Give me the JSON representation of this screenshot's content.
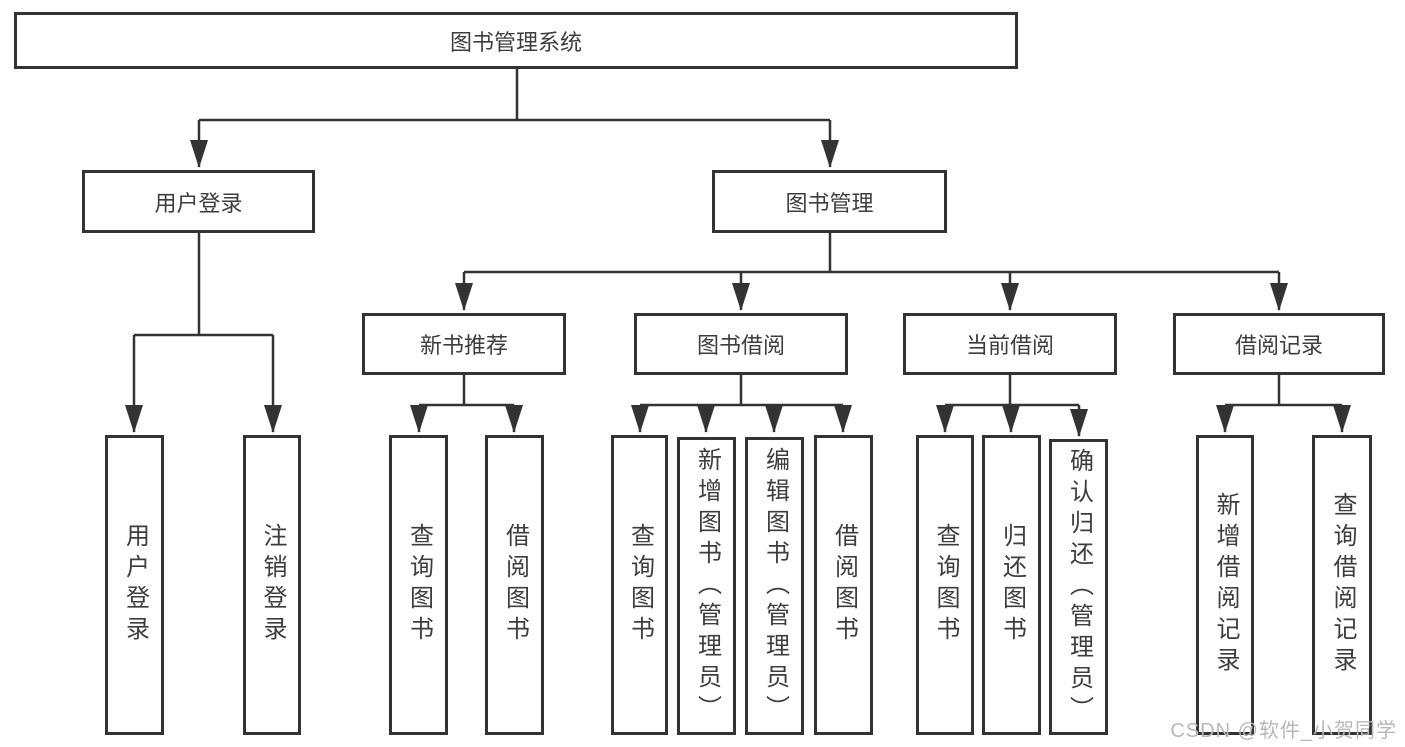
{
  "tree": {
    "root": {
      "label": "图书管理系统"
    },
    "children": [
      {
        "label": "用户登录",
        "children": [
          {
            "label": "用户登录"
          },
          {
            "label": "注销登录"
          }
        ]
      },
      {
        "label": "图书管理",
        "children": [
          {
            "label": "新书推荐",
            "children": [
              {
                "label": "查询图书"
              },
              {
                "label": "借阅图书"
              }
            ]
          },
          {
            "label": "图书借阅",
            "children": [
              {
                "label": "查询图书"
              },
              {
                "label": "新增图书（管理员）"
              },
              {
                "label": "编辑图书（管理员）"
              },
              {
                "label": "借阅图书"
              }
            ]
          },
          {
            "label": "当前借阅",
            "children": [
              {
                "label": "查询图书"
              },
              {
                "label": "归还图书"
              },
              {
                "label": "确认归还（管理员）"
              }
            ]
          },
          {
            "label": "借阅记录",
            "children": [
              {
                "label": "新增借阅记录"
              },
              {
                "label": "查询借阅记录"
              }
            ]
          }
        ]
      }
    ]
  },
  "watermark": {
    "text": "CSDN @软件_小贺同学"
  },
  "colors": {
    "line": "#333333",
    "text": "#3d3d3d",
    "background": "#ffffff",
    "watermark": "#b8b8b8"
  }
}
